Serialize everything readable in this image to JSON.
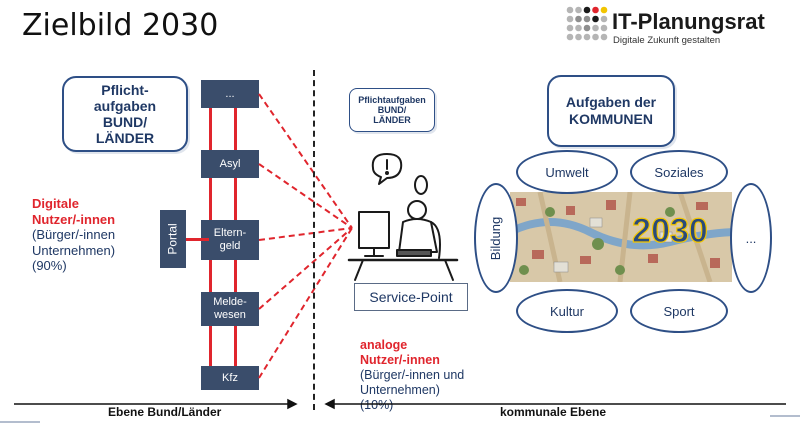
{
  "header": {
    "title": "Zielbild 2030",
    "logo_name": "IT-Planungsrat",
    "logo_claim": "Digitale Zukunft gestalten",
    "logo_dot_colors": [
      "#b5b5b5",
      "#8e8e8e",
      "#1a1a1a",
      "#e0252d",
      "#f2c500"
    ]
  },
  "left": {
    "pflicht_box": [
      "Pflicht-",
      "aufgaben",
      "BUND/",
      "LÄNDER"
    ],
    "services": [
      "...",
      "Asyl",
      "Eltern-\ngeld",
      "Melde-\nwesen",
      "Kfz"
    ],
    "portal": "Portal",
    "nutzer_title": [
      "Digitale",
      "Nutzer/-innen"
    ],
    "nutzer_desc": [
      "(Bürger/-innen",
      "Unternehmen)",
      "(90%)"
    ]
  },
  "middle": {
    "pflicht_box": [
      "Pflichtaufgaben",
      "BUND/",
      "LÄNDER"
    ],
    "service_point": "Service-Point",
    "nutzer_title": [
      "analoge",
      "Nutzer/-innen"
    ],
    "nutzer_desc": [
      "(Bürger/-innen und",
      "Unternehmen)",
      "(10%)"
    ]
  },
  "right": {
    "kommunen_box": [
      "Aufgaben der",
      "KOMMUNEN"
    ],
    "ellipses": {
      "umwelt": "Umwelt",
      "soziales": "Soziales",
      "bildung": "Bildung",
      "more": "...",
      "kultur": "Kultur",
      "sport": "Sport"
    },
    "map_year": "2030"
  },
  "footer": {
    "left_label": "Ebene Bund/Länder",
    "right_label": "kommunale Ebene"
  },
  "colors": {
    "navy": "#1f3864",
    "box_dark": "#3a4d6b",
    "red": "#e0252d"
  }
}
